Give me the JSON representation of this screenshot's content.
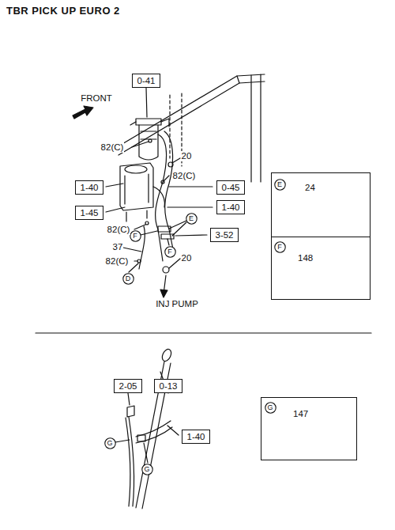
{
  "diagram": {
    "title": "TBR PICK UP EURO 2",
    "nodes": [
      {
        "text": [
          "0-41"
        ]
      },
      {
        "text": [
          "1-40"
        ]
      },
      {
        "text": [
          "0-45"
        ]
      },
      {
        "text": [
          "1-45"
        ]
      },
      {
        "text": [
          "1-40"
        ]
      },
      {
        "text": [
          "E"
        ]
      },
      {
        "text": [
          "3-52"
        ]
      },
      {
        "text": [
          "F"
        ]
      },
      {
        "text": [
          "F"
        ]
      },
      {
        "text": [
          "D"
        ]
      },
      {
        "text": [
          "24"
        ]
      },
      {
        "text": [
          "E"
        ],
        "in": 10
      },
      {
        "text": [
          "148"
        ]
      },
      {
        "text": [
          "F"
        ],
        "in": 12
      },
      {
        "text": [
          "2-05"
        ]
      },
      {
        "text": [
          "0-13"
        ]
      },
      {
        "text": [
          "147"
        ]
      },
      {
        "text": [
          "G"
        ],
        "in": 16
      },
      {
        "text": [
          "1-40"
        ]
      },
      {
        "text": [
          "G"
        ]
      },
      {
        "text": [
          "G"
        ]
      }
    ],
    "labels": [
      "FRONT",
      "82(C)",
      "20",
      "82(C)",
      "82(C)",
      "37",
      "82(C)",
      "20",
      "INJ PUMP"
    ]
  }
}
